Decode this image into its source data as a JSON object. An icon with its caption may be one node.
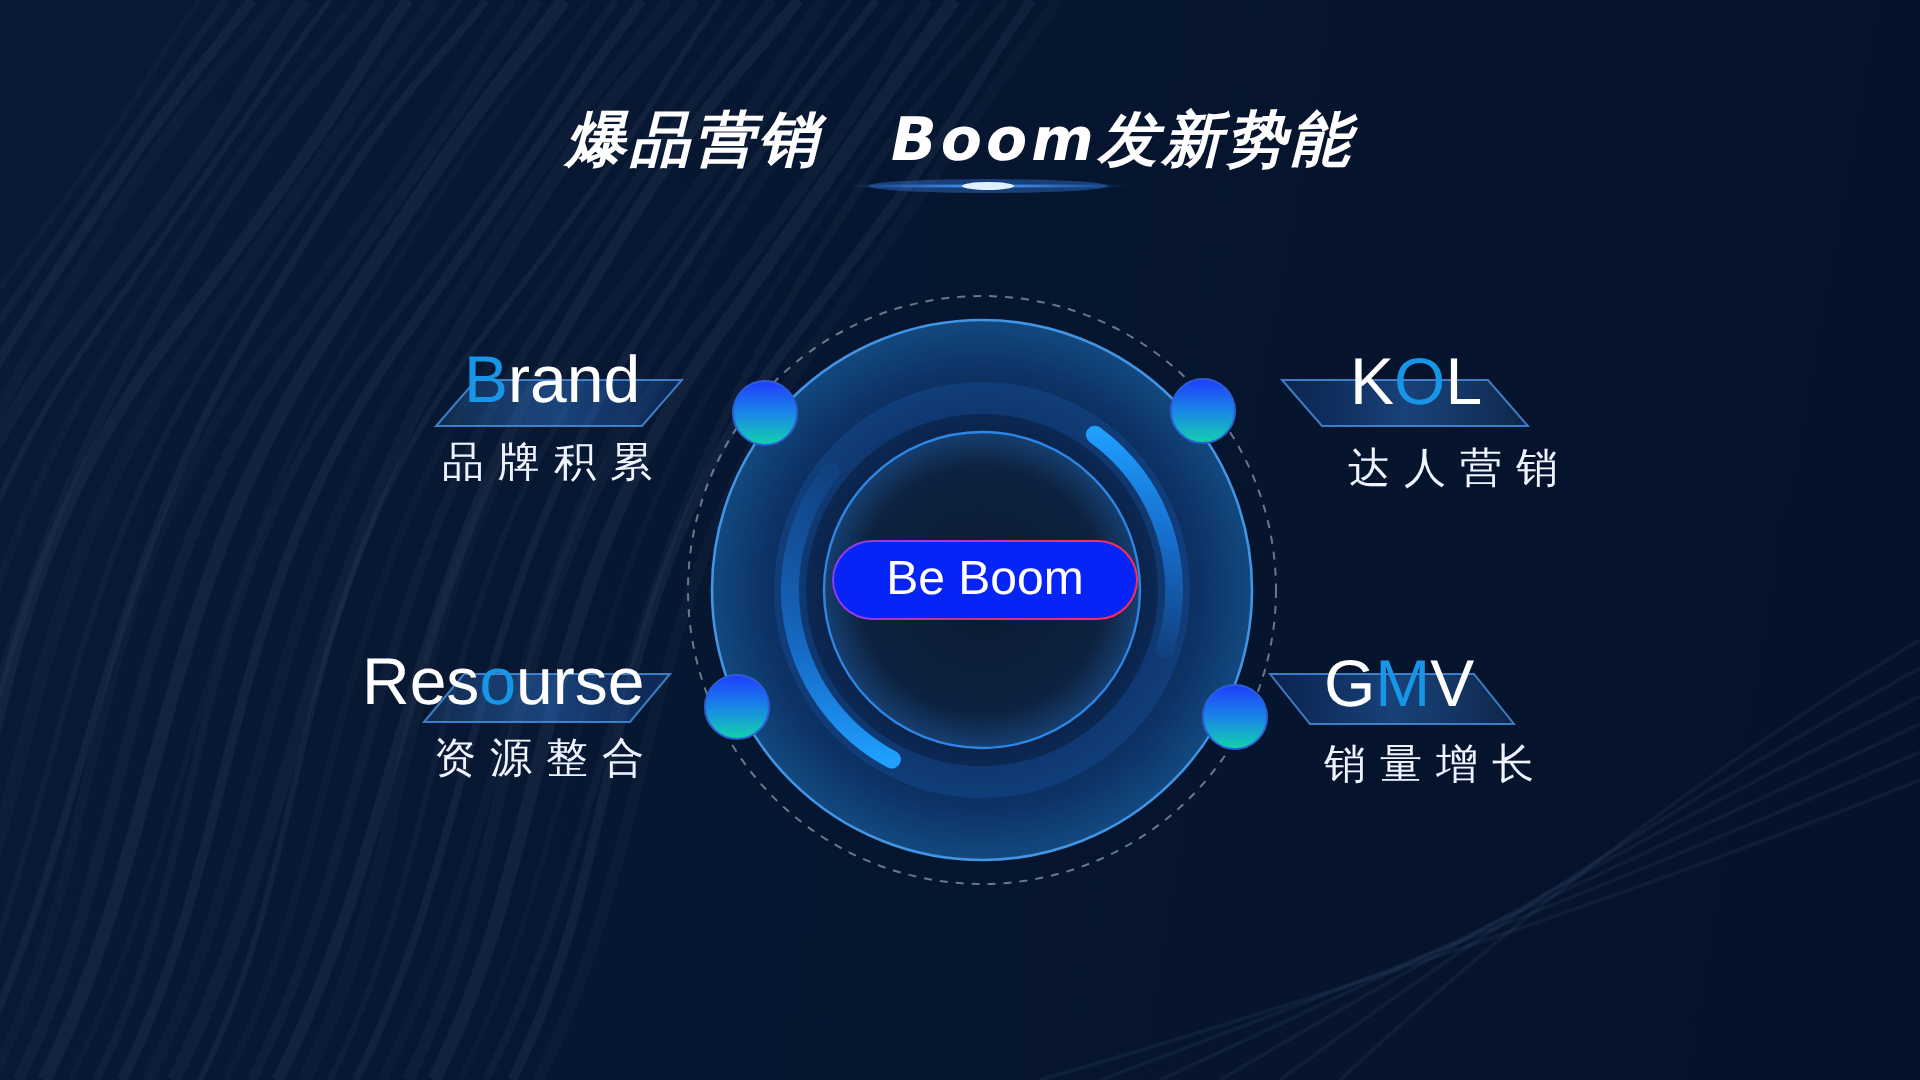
{
  "diagram": {
    "title": "爆品营销 Boom发新势能",
    "nodes": [
      {
        "text": [
          "Brand",
          "品牌积累"
        ]
      },
      {
        "text": [
          "KOL",
          "达人营销"
        ]
      },
      {
        "text": [
          "Be Boom"
        ]
      },
      {
        "text": [
          "Resourse",
          "资源整合"
        ]
      },
      {
        "text": [
          "GMV",
          "销量增长"
        ]
      }
    ]
  }
}
